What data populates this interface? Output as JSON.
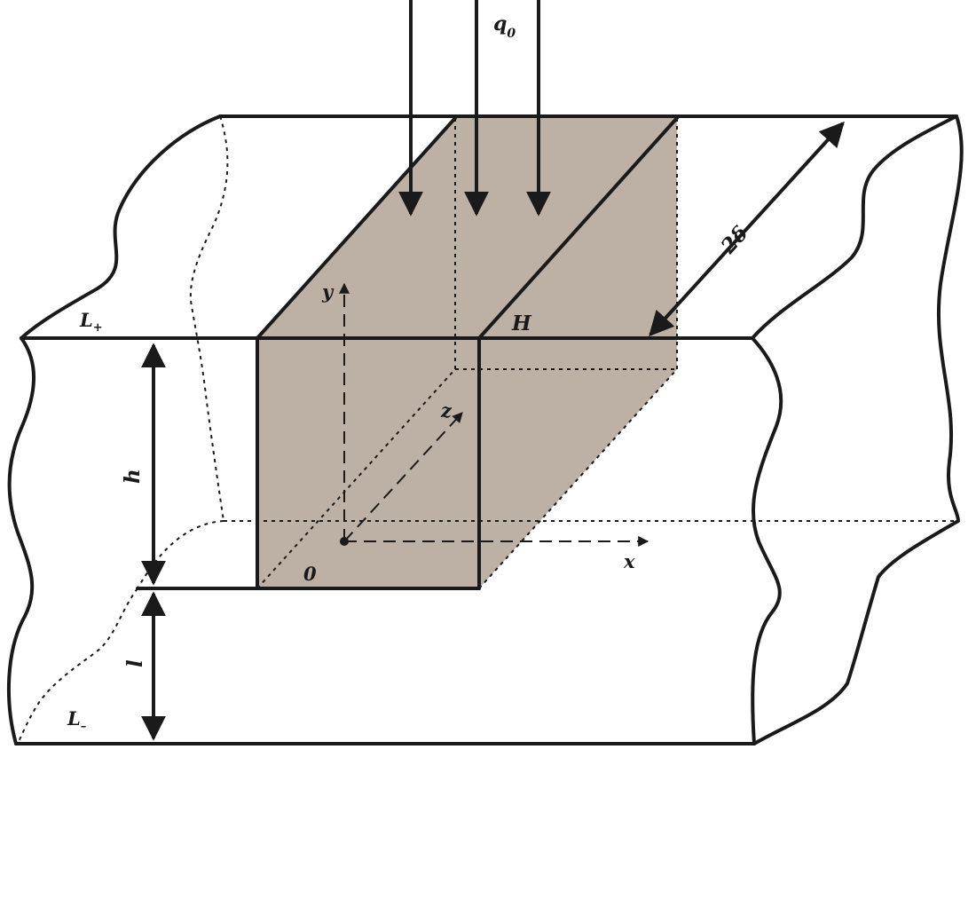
{
  "colors": {
    "line": "#1a1a1a",
    "insert_fill": "#bdb1a5",
    "background": "#ffffff"
  },
  "labels": {
    "q0": "q",
    "q0_sub": "0",
    "L_plus": "L",
    "L_plus_sub": "+",
    "L_minus": "L",
    "L_minus_sub": "–",
    "H": "H",
    "two_delta": "2δ",
    "h": "h",
    "l": "l",
    "y": "y",
    "z": "z",
    "x": "x",
    "origin": "0"
  }
}
